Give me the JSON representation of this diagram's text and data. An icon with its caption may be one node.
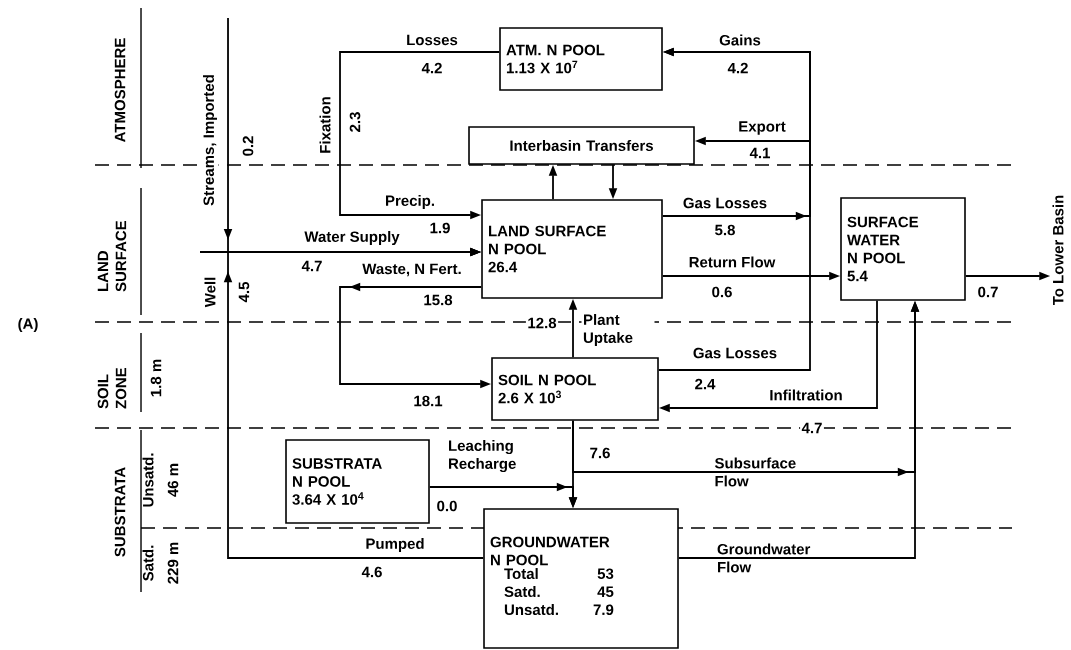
{
  "diagram": {
    "nodes": [
      {
        "text": [
          "ATM. N POOL",
          "1.13 X 10$^{7}$"
        ]
      },
      {
        "text": [
          "Interbasin Transfers"
        ]
      },
      {
        "text": [
          "LAND SURFACE N POOL",
          "26.4"
        ]
      },
      {
        "text": [
          "SURFACE WATER N POOL",
          "5.4"
        ]
      },
      {
        "text": [
          "SOIL N POOL",
          "2.6 X 10$^{3}$"
        ]
      },
      {
        "text": [
          "SUBSTRATA N POOL",
          "3.64 X 10$^{4}$"
        ]
      },
      {
        "text": [
          "GROUNDWATER N POOL",
          "Total",
          "53",
          "Satd.",
          "45",
          "Unsatd.",
          "7.9"
        ]
      },
      {
        "text": [
          "To Lower Basin"
        ]
      }
    ],
    "edges": [
      {
        "from": 0,
        "to": 2,
        "arrow": "to",
        "label": "Precip."
      },
      {
        "from": 2,
        "to": 4,
        "arrow": "to",
        "label": "Waste, N Fert."
      },
      {
        "from": null,
        "to": 2,
        "arrow": "to",
        "label": "Water Supply"
      },
      {
        "from": null,
        "to": 2,
        "arrow": "to",
        "label": "Streams, Imported"
      },
      {
        "from": 6,
        "to": 2,
        "arrow": "to",
        "label": "Pumped"
      },
      {
        "from": 2,
        "to": 1,
        "arrow": "to"
      },
      {
        "from": 1,
        "to": 2,
        "arrow": "to"
      },
      {
        "from": 2,
        "to": 0,
        "arrow": "to",
        "label": "Gas Losses"
      },
      {
        "from": 4,
        "to": 0,
        "arrow": "to",
        "label": "Gas Losses"
      },
      {
        "from": 2,
        "to": 3,
        "arrow": "to",
        "label": "Return Flow"
      },
      {
        "from": null,
        "to": 1,
        "arrow": "to",
        "label": "Export"
      },
      {
        "from": 3,
        "to": 4,
        "arrow": "to",
        "label": "Infiltration"
      },
      {
        "from": 3,
        "to": 7,
        "arrow": "to"
      },
      {
        "from": 4,
        "to": 2,
        "arrow": "to",
        "label": "Plant Uptake"
      },
      {
        "from": 4,
        "to": 6,
        "arrow": "to"
      },
      {
        "from": 5,
        "to": 6,
        "arrow": "to",
        "label": "Leaching Recharge"
      },
      {
        "from": 4,
        "to": 3,
        "arrow": "to",
        "label": "Subsurface Flow"
      },
      {
        "from": 6,
        "to": 3,
        "arrow": "to",
        "label": "Groundwater Flow"
      }
    ],
    "labels": [
      "ATMOSPHERE",
      "Losses",
      "4.2",
      "Gains",
      "4.2",
      "Fixation",
      "2.3",
      "0.2",
      "4.1",
      "LAND SURFACE",
      "1.9",
      "4.7",
      "4.5",
      "Well",
      "15.8",
      "5.8",
      "0.6",
      "0.7",
      "(A)",
      "12.8",
      "SOIL ZONE",
      "1.8 m",
      "2.4",
      "18.1",
      "4.7",
      "7.6",
      "SUBSTRATA",
      "Unsatd.",
      "46 m",
      "0.0",
      "Satd.",
      "229 m",
      "4.6"
    ]
  }
}
